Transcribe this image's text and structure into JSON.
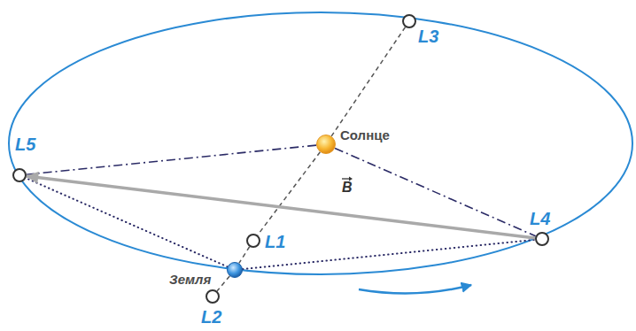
{
  "diagram": {
    "nodes": [
      {
        "text": [
          "L3"
        ]
      },
      {
        "text": [
          "L5"
        ]
      },
      {
        "text": [
          "Солнце"
        ]
      },
      {
        "text": [
          "L4"
        ]
      },
      {
        "text": [
          "L1"
        ]
      },
      {
        "text": [
          "Земля"
        ]
      },
      {
        "text": [
          "L2"
        ]
      }
    ],
    "edges": [
      {
        "from": 0,
        "to": 2,
        "arrow": "none"
      },
      {
        "from": 2,
        "to": 4,
        "arrow": "none"
      },
      {
        "from": 4,
        "to": 5,
        "arrow": "none"
      },
      {
        "from": 5,
        "to": 6,
        "arrow": "none"
      },
      {
        "from": 2,
        "to": 1,
        "arrow": "none"
      },
      {
        "from": 2,
        "to": 3,
        "arrow": "none"
      },
      {
        "from": 5,
        "to": 1,
        "arrow": "none"
      },
      {
        "from": 5,
        "to": 3,
        "arrow": "none"
      },
      {
        "from": 3,
        "to": 1,
        "arrow": "to",
        "label": "B"
      }
    ]
  }
}
